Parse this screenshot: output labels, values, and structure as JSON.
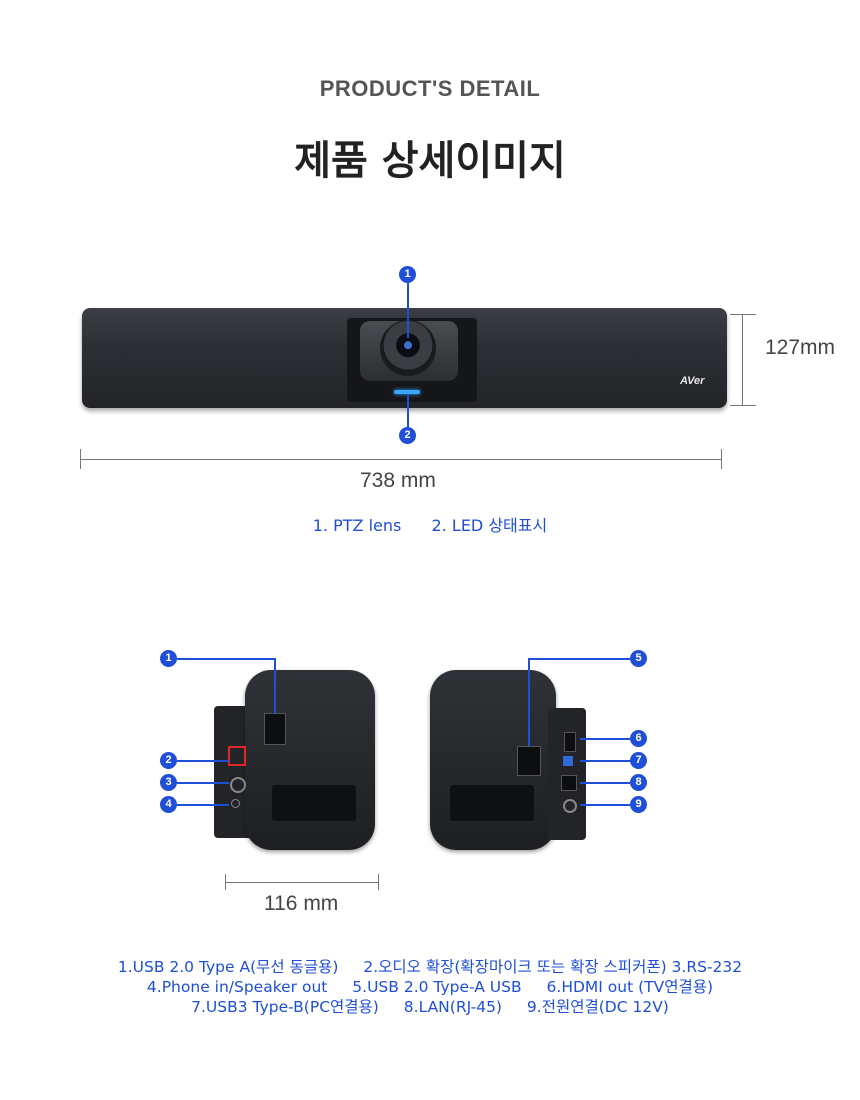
{
  "header": {
    "eyebrow": "PRODUCT'S DETAIL",
    "title": "제품 상세이미지"
  },
  "front_view": {
    "height_label": "127mm",
    "width_label": "738 mm",
    "brand_logo": "AVer",
    "callouts": [
      "1",
      "2"
    ],
    "caption": [
      "1. PTZ lens",
      "2. LED 상태표시"
    ]
  },
  "side_view": {
    "width_label": "116 mm",
    "callouts_left": [
      "1",
      "2",
      "3",
      "4"
    ],
    "callouts_right": [
      "5",
      "6",
      "7",
      "8",
      "9"
    ],
    "specs": [
      [
        "1.USB 2.0 Type A(무선 동글용)",
        "2.오디오 확장(확장마이크 또는 확장 스피커폰) 3.RS-232"
      ],
      [
        "4.Phone in/Speaker out",
        "5.USB 2.0 Type-A USB",
        "6.HDMI out (TV연결용)"
      ],
      [
        "7.USB3 Type-B(PC연결용)",
        "8.LAN(RJ-45)",
        "9.전원연결(DC 12V)"
      ]
    ]
  },
  "colors": {
    "accent": "#1f4fd6",
    "device": "#2b2e33"
  }
}
